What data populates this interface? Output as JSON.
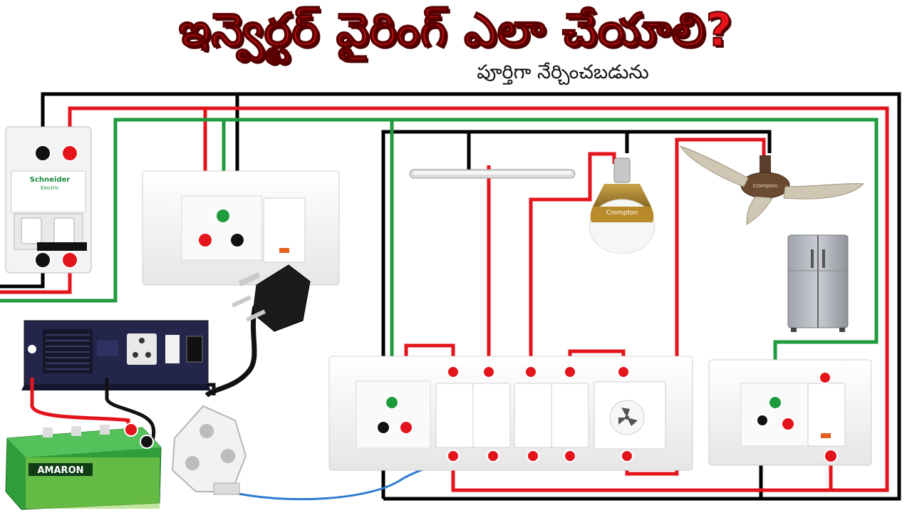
{
  "title": "ఇన్వెర్టర్ వైరింగ్ ఎలా చేయాలి?",
  "subtitle": "పూర్తిగా నేర్చించబడును",
  "breaker": {
    "brand": "Schneider",
    "sub": "Electric"
  },
  "battery": {
    "brand": "AMARON"
  },
  "bulb": {
    "brand": "Crompton"
  },
  "fan": {
    "brand": "Crompton"
  },
  "colors": {
    "phase": "#e3141b",
    "neutral": "#000000",
    "earth": "#1e9b3c",
    "inverter_link": "#2f7ccf"
  }
}
